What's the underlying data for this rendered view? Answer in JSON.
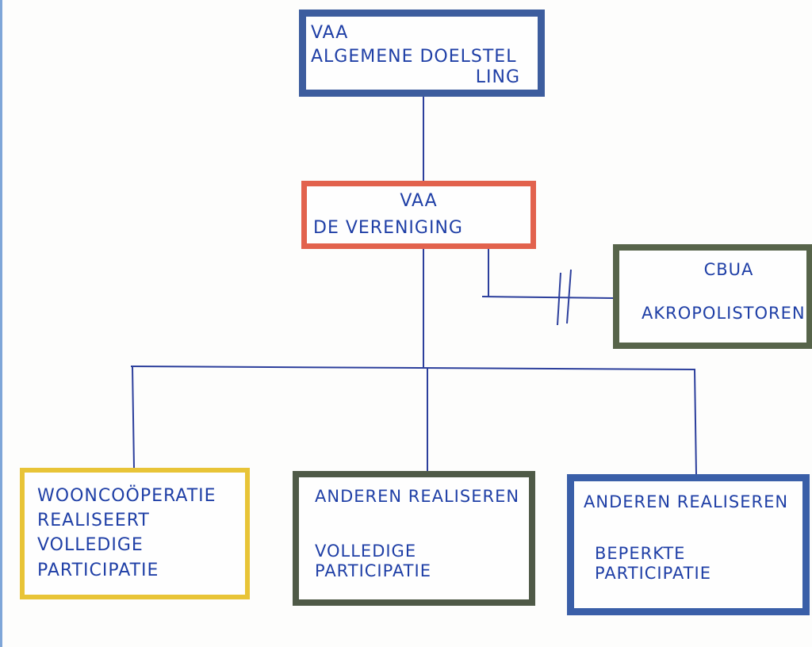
{
  "diagram": {
    "nodes": {
      "top": {
        "lines": [
          "VAA",
          "ALGEMENE DOELSTEL",
          "LING"
        ]
      },
      "association": {
        "lines": [
          "VAA",
          "DE VERENIGING"
        ]
      },
      "cbua": {
        "lines": [
          "CBUA",
          "AKROPOLISTOREN"
        ]
      },
      "bottom_left": {
        "lines": [
          "WOONCOÖPERATIE",
          "REALISEERT",
          "VOLLEDIGE",
          "PARTICIPATIE"
        ]
      },
      "bottom_middle": {
        "lines": [
          "ANDEREN REALISEREN",
          "VOLLEDIGE",
          "PARTICIPATIE"
        ]
      },
      "bottom_right": {
        "lines": [
          "ANDEREN REALISEREN",
          "BEPERKTE",
          "PARTICIPATIE"
        ]
      }
    },
    "colors": {
      "text": "#1f3fa6",
      "lines": "#2c3f9c",
      "top_border": "#3d5d9e",
      "association_border": "#e2624d",
      "cbua_border": "#57644a",
      "bottom_left_border": "#e8c437",
      "bottom_middle_border": "#4f5a47",
      "bottom_right_border": "#3a5fa8"
    }
  }
}
